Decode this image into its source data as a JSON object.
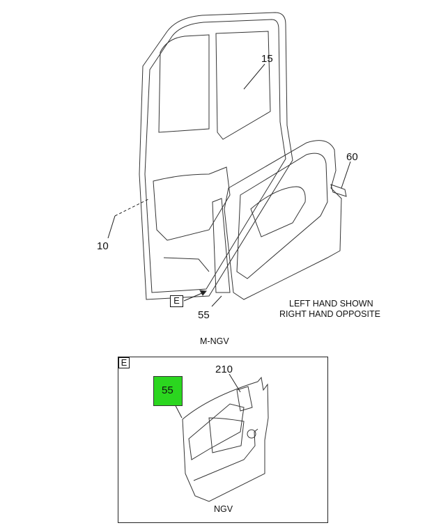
{
  "main_view": {
    "callouts": {
      "c15": "15",
      "c60": "60",
      "c10": "10",
      "c55": "55"
    },
    "detail_marker": "E",
    "note_line1": "LEFT HAND SHOWN",
    "note_line2": "RIGHT HAND OPPOSITE",
    "variant_label": "M-NGV"
  },
  "detail_view": {
    "marker": "E",
    "callout_210": "210",
    "callout_55": "55",
    "highlight_color": "#2bd61f",
    "variant_label": "NGV"
  }
}
